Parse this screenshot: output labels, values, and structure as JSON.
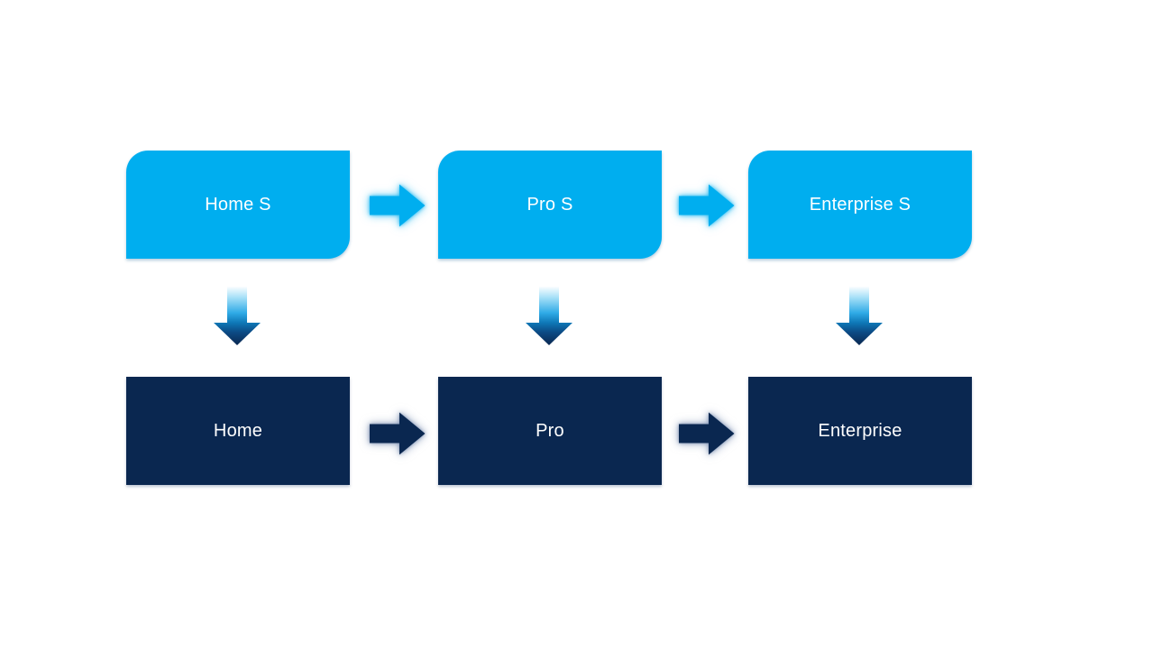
{
  "diagram": {
    "colors": {
      "light_blue": "#00AEEF",
      "dark_navy": "#0A2750",
      "label_text": "#FFFFFF"
    },
    "top_row": {
      "items": [
        {
          "label": "Home S"
        },
        {
          "label": "Pro S"
        },
        {
          "label": "Enterprise S"
        }
      ]
    },
    "bottom_row": {
      "items": [
        {
          "label": "Home"
        },
        {
          "label": "Pro"
        },
        {
          "label": "Enterprise"
        }
      ]
    }
  }
}
